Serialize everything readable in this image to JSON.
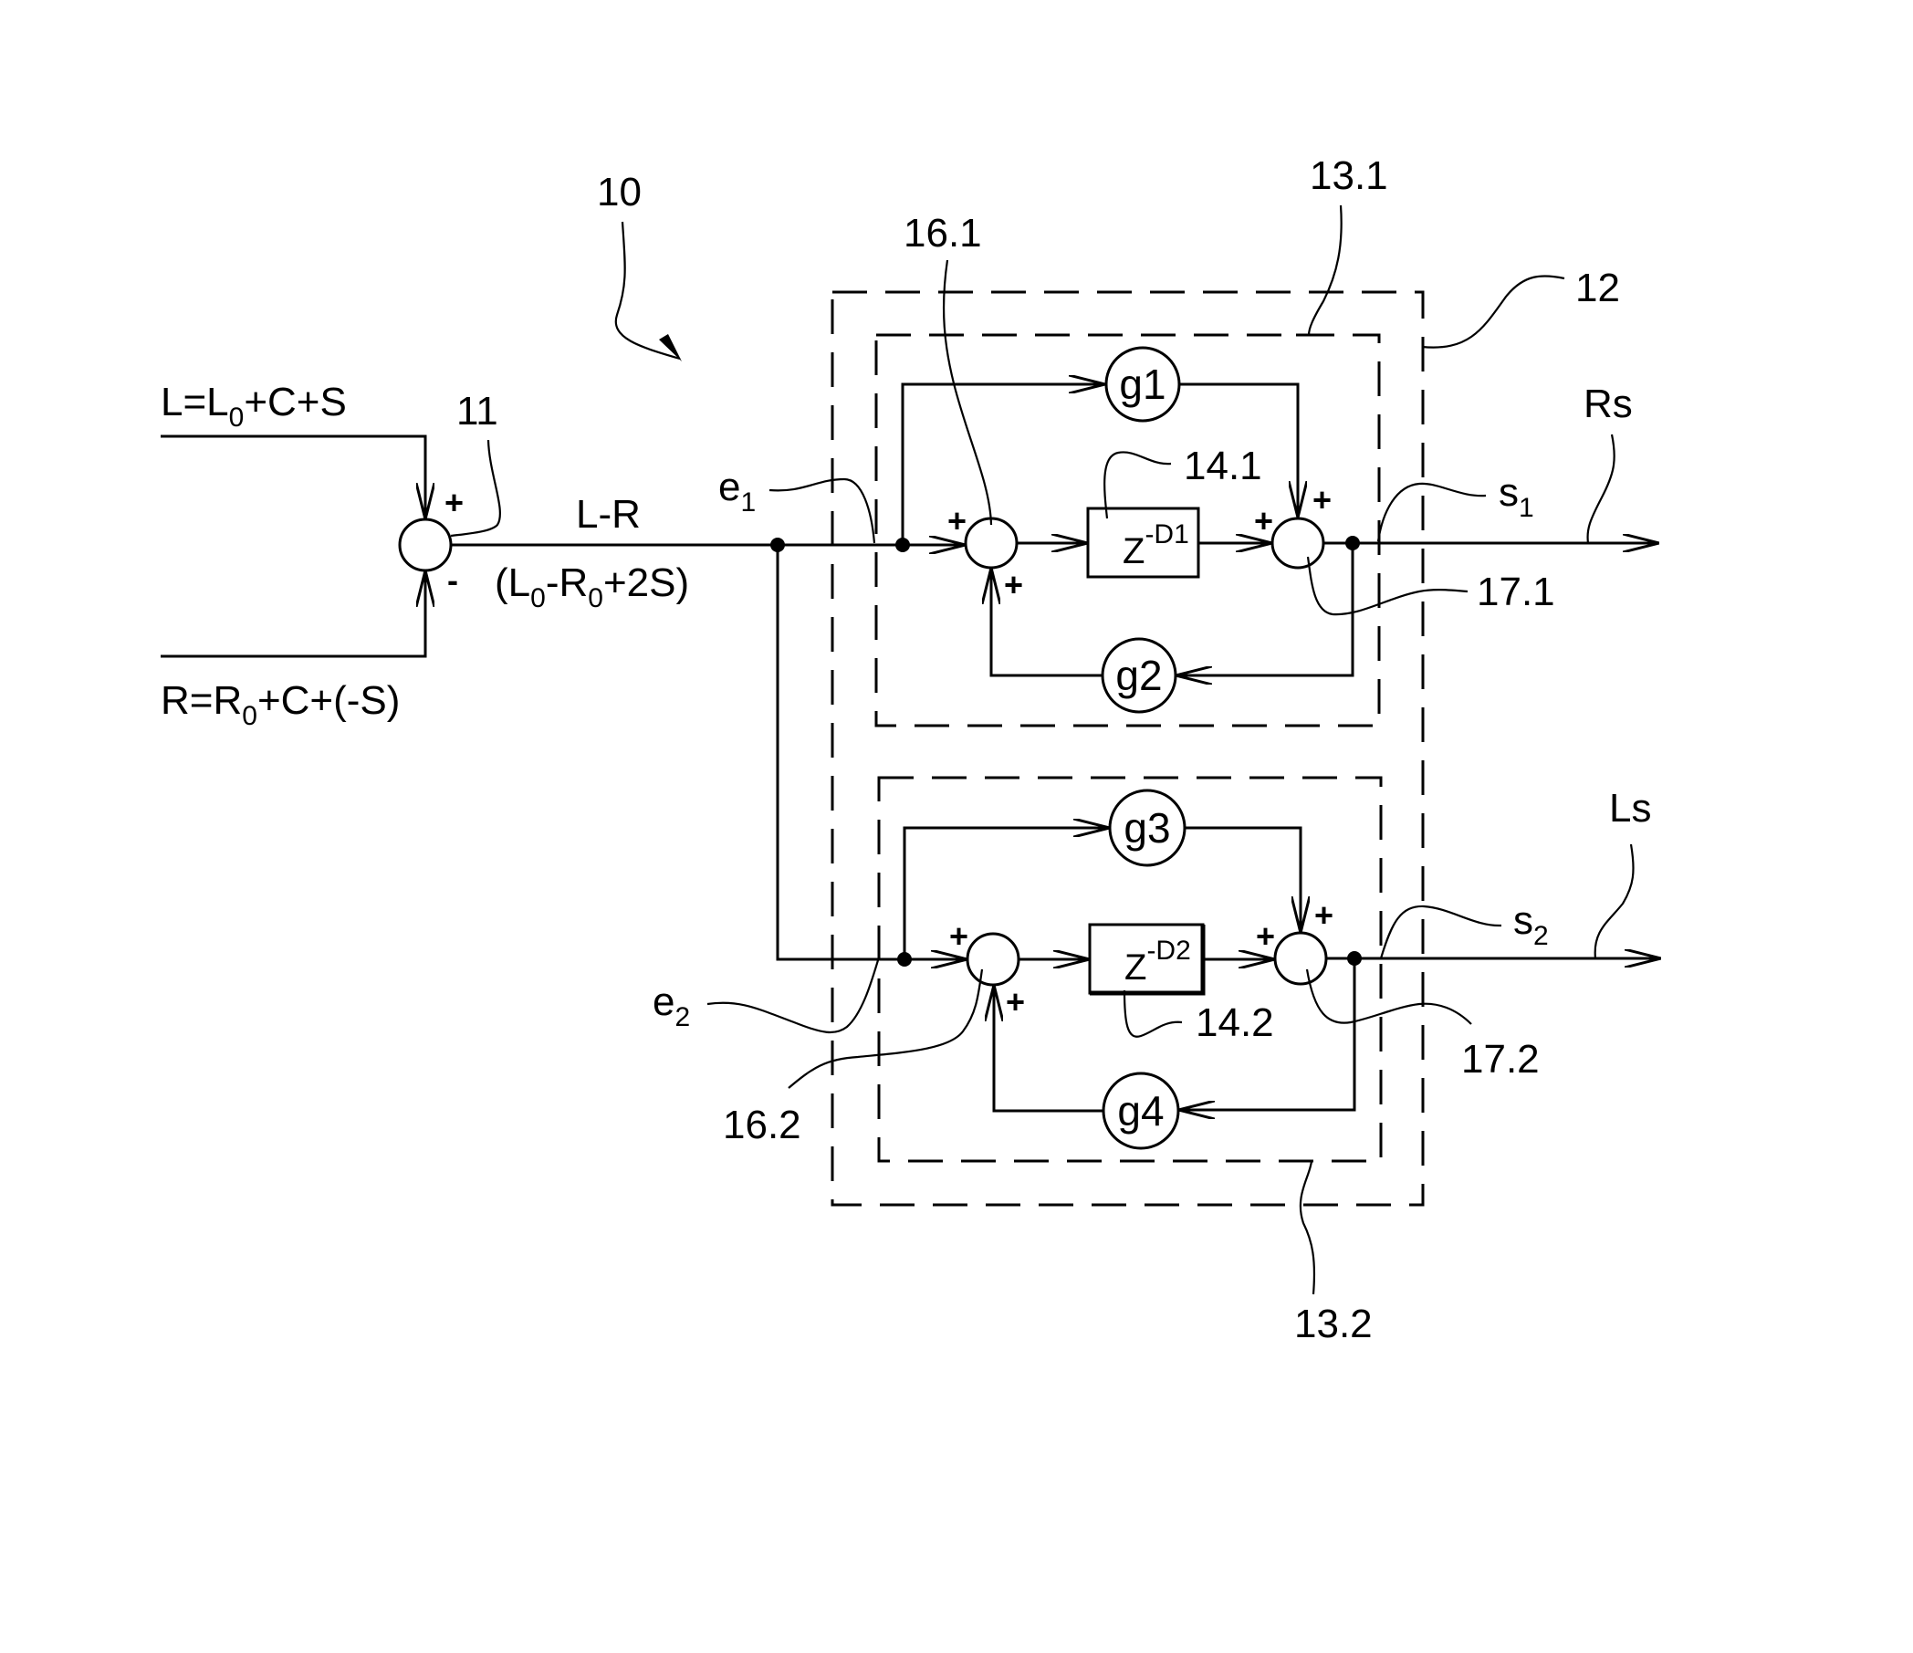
{
  "figure": {
    "reference": "10",
    "inputs": {
      "left": {
        "text": "L=L",
        "sub": "0",
        "rest": "+C+S"
      },
      "right": {
        "text": "R=R",
        "sub": "0",
        "rest": "+C+(-S)"
      }
    },
    "subtractor": {
      "ref": "11",
      "plus": "+",
      "minus": "-"
    },
    "difference": {
      "label": "L-R",
      "expr_open": "(L",
      "expr_sub1": "0",
      "expr_mid": "-R",
      "expr_sub2": "0",
      "expr_close": "+2S)"
    },
    "processor_ref": "12",
    "channels": [
      {
        "block_ref": "13.1",
        "input": {
          "name": "e",
          "sub": "1"
        },
        "output": {
          "name": "s",
          "sub": "1"
        },
        "signal": "Rs",
        "delay": {
          "base": "Z",
          "exp": "-D1",
          "ref": "14.1"
        },
        "feedforward_gain": "g1",
        "feedback_gain": "g2",
        "sum_in_ref": "16.1",
        "sum_out_ref": "17.1",
        "plus": "+"
      },
      {
        "block_ref": "13.2",
        "input": {
          "name": "e",
          "sub": "2"
        },
        "output": {
          "name": "s",
          "sub": "2"
        },
        "signal": "Ls",
        "delay": {
          "base": "Z",
          "exp": "-D2",
          "ref": "14.2"
        },
        "feedforward_gain": "g3",
        "feedback_gain": "g4",
        "sum_in_ref": "16.2",
        "sum_out_ref": "17.2",
        "plus": "+"
      }
    ]
  }
}
